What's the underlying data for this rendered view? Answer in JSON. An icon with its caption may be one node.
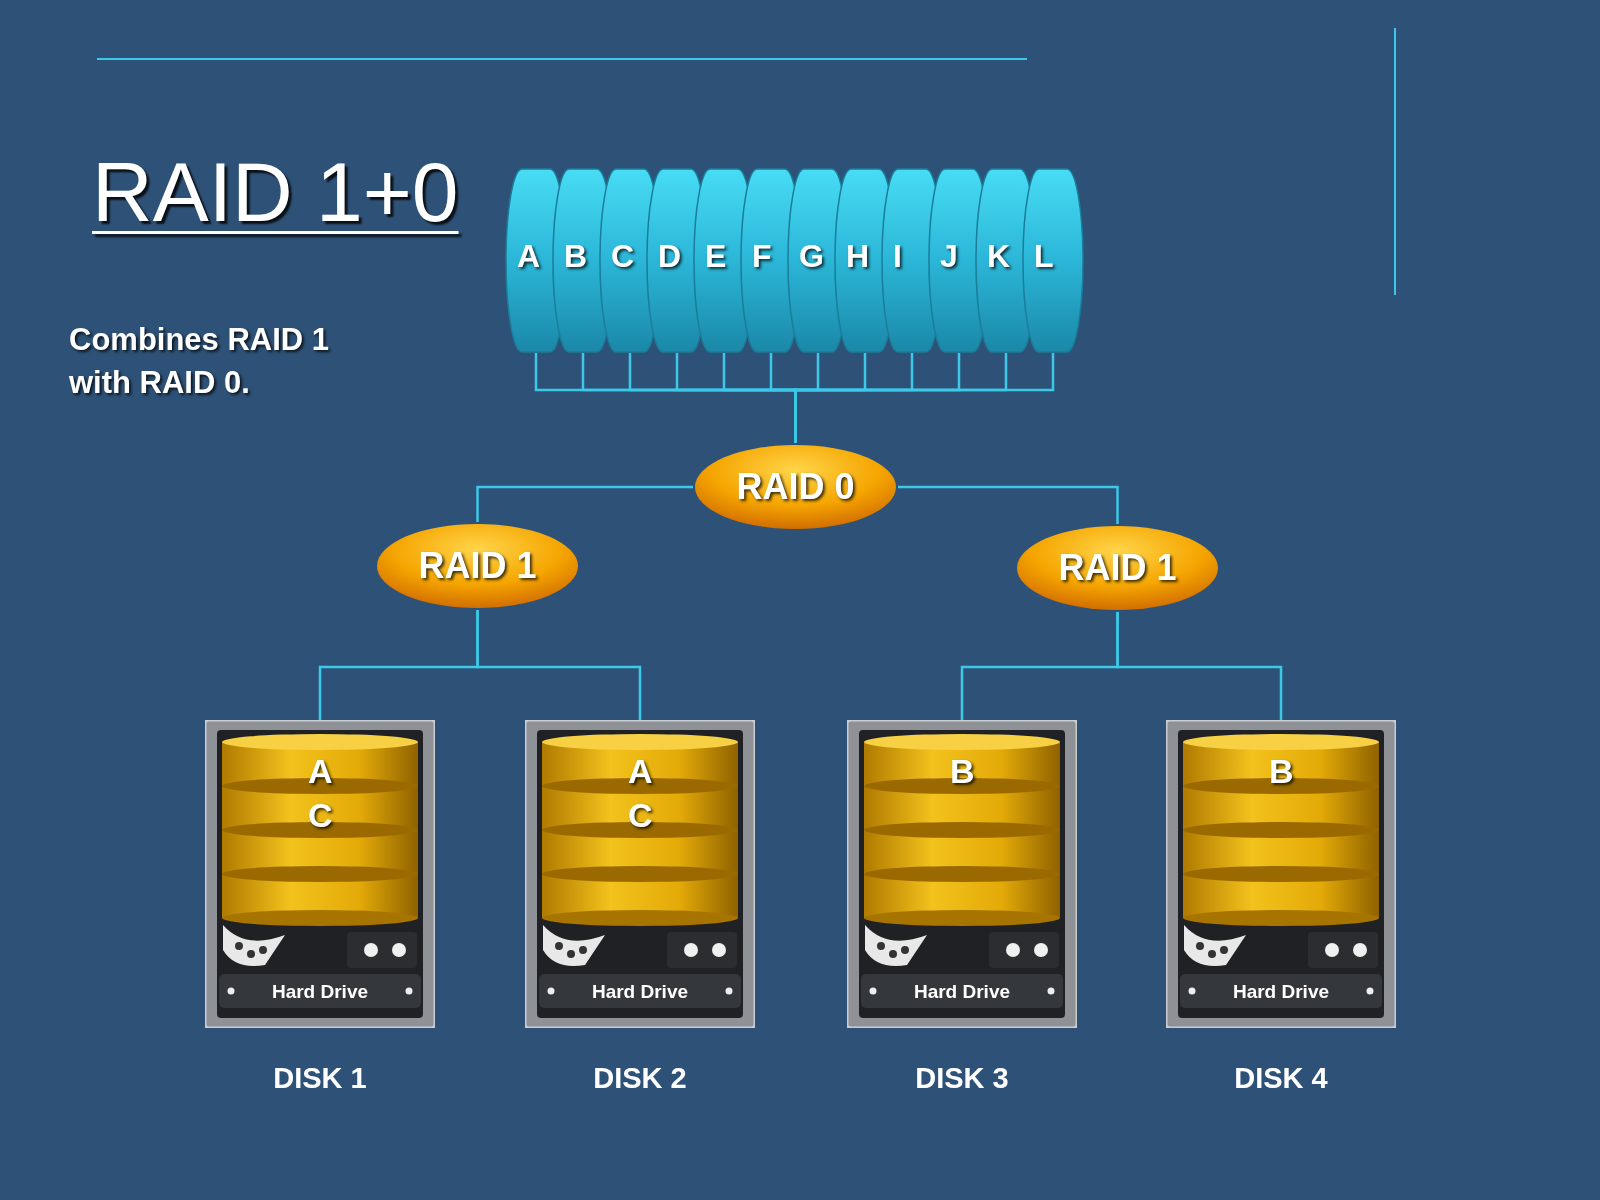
{
  "diagram": {
    "title": "RAID 1+0",
    "nodes": [
      {
        "text": [
          "A"
        ]
      },
      {
        "text": [
          "B"
        ]
      },
      {
        "text": [
          "C"
        ]
      },
      {
        "text": [
          "D"
        ]
      },
      {
        "text": [
          "E"
        ]
      },
      {
        "text": [
          "F"
        ]
      },
      {
        "text": [
          "G"
        ]
      },
      {
        "text": [
          "H"
        ]
      },
      {
        "text": [
          "I"
        ]
      },
      {
        "text": [
          "J"
        ]
      },
      {
        "text": [
          "K"
        ]
      },
      {
        "text": [
          "L"
        ]
      },
      {
        "text": [
          "RAID 0"
        ]
      },
      {
        "text": [
          "RAID 1"
        ]
      },
      {
        "text": [
          "RAID 1"
        ]
      },
      {
        "text": [
          "A",
          "C",
          "Hard Drive"
        ],
        "beside": [
          "DISK 1"
        ]
      },
      {
        "text": [
          "A",
          "C",
          "Hard Drive"
        ],
        "beside": [
          "DISK 2"
        ]
      },
      {
        "text": [
          "B",
          "Hard Drive"
        ],
        "beside": [
          "DISK 3"
        ]
      },
      {
        "text": [
          "B",
          "Hard Drive"
        ],
        "beside": [
          "DISK 4"
        ]
      }
    ],
    "edges": [
      {
        "from": 0,
        "to": 12,
        "arrow": "none"
      },
      {
        "from": 1,
        "to": 12,
        "arrow": "none"
      },
      {
        "from": 2,
        "to": 12,
        "arrow": "none"
      },
      {
        "from": 3,
        "to": 12,
        "arrow": "none"
      },
      {
        "from": 4,
        "to": 12,
        "arrow": "none"
      },
      {
        "from": 5,
        "to": 12,
        "arrow": "none"
      },
      {
        "from": 6,
        "to": 12,
        "arrow": "none"
      },
      {
        "from": 7,
        "to": 12,
        "arrow": "none"
      },
      {
        "from": 8,
        "to": 12,
        "arrow": "none"
      },
      {
        "from": 9,
        "to": 12,
        "arrow": "none"
      },
      {
        "from": 10,
        "to": 12,
        "arrow": "none"
      },
      {
        "from": 11,
        "to": 12,
        "arrow": "none"
      },
      {
        "from": 12,
        "to": 13,
        "arrow": "none"
      },
      {
        "from": 12,
        "to": 14,
        "arrow": "none"
      },
      {
        "from": 13,
        "to": 15,
        "arrow": "none"
      },
      {
        "from": 13,
        "to": 16,
        "arrow": "none"
      },
      {
        "from": 14,
        "to": 17,
        "arrow": "none"
      },
      {
        "from": 14,
        "to": 18,
        "arrow": "none"
      }
    ],
    "labels": [
      "Combines RAID 1 with RAID 0."
    ]
  }
}
